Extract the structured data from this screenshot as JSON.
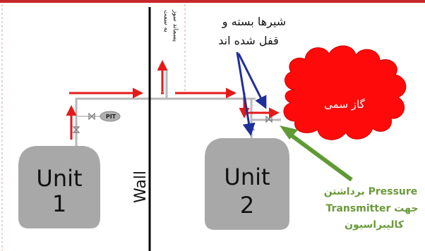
{
  "labels": {
    "unit1_line1": "Unit",
    "unit1_line2": "1",
    "unit2_line1": "Unit",
    "unit2_line2": "2",
    "wall": "Wall",
    "pit": "PIT",
    "side_note_line1": "به سمت",
    "side_note_line2": "پسماند سوز",
    "valves_note_line1": "شیرها بسته و",
    "valves_note_line2": "قفل شده اند",
    "toxic_gas": "گاز سمی",
    "green_note_line1": "برداشتن Pressure",
    "green_note_line2": "Transmitter جهت",
    "green_note_line3": "کالیبراسیون"
  },
  "colors": {
    "flow_arrow": "#e41a1a",
    "valve_arrow": "#1f2f9a",
    "green_arrow": "#5f9a35",
    "green_text": "#6a9a3a",
    "cloud": "#ff0a0a",
    "tank": "#a8a8a8",
    "pipe": "#b9b9b9",
    "wall": "#000000",
    "border_dash": "#d9a0a0"
  }
}
